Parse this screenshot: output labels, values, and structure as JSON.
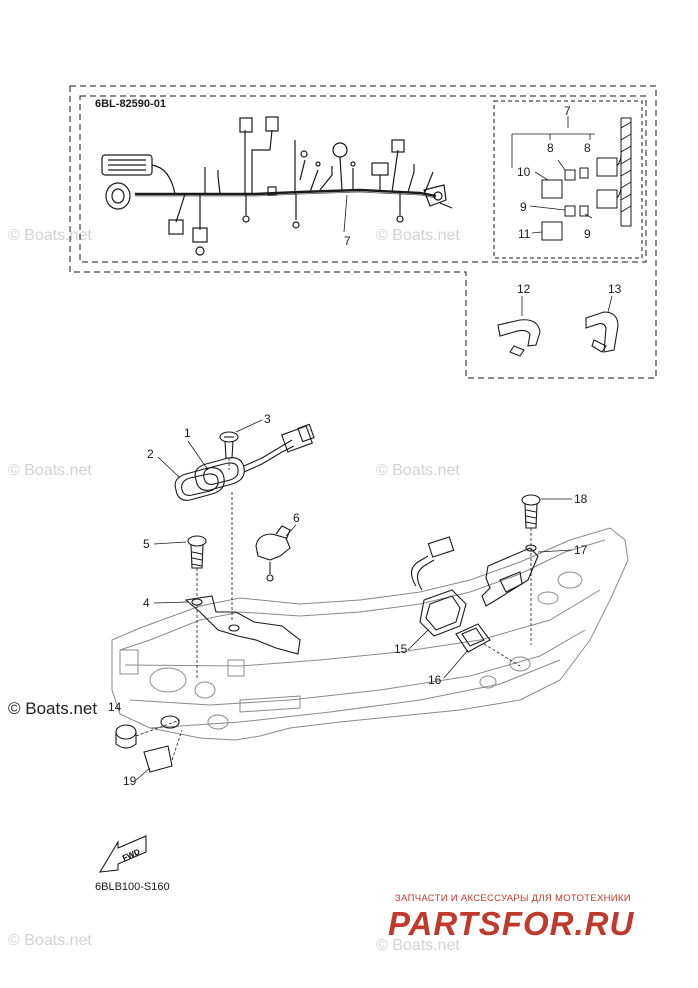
{
  "diagram": {
    "harness_part_number": "6BL-82590-01",
    "drawing_number": "6BLB100-S160",
    "fwd_label": "FWD",
    "callouts": [
      "1",
      "2",
      "3",
      "4",
      "5",
      "6",
      "7",
      "8",
      "9",
      "10",
      "11",
      "12",
      "13",
      "14",
      "15",
      "16",
      "17",
      "18",
      "19"
    ]
  },
  "watermark": {
    "text": "Boats.net",
    "symbol": "©"
  },
  "promo": {
    "line": "ЗАПЧАСТИ И АКСЕССУАРЫ ДЛЯ МОТОТЕХНИКИ",
    "brand": "PARTSFOR.RU",
    "color": "#c0392b"
  },
  "colors": {
    "line": "#1a1a1a",
    "faint_line": "#9a9a9a",
    "watermark": "#d2d2d2"
  }
}
